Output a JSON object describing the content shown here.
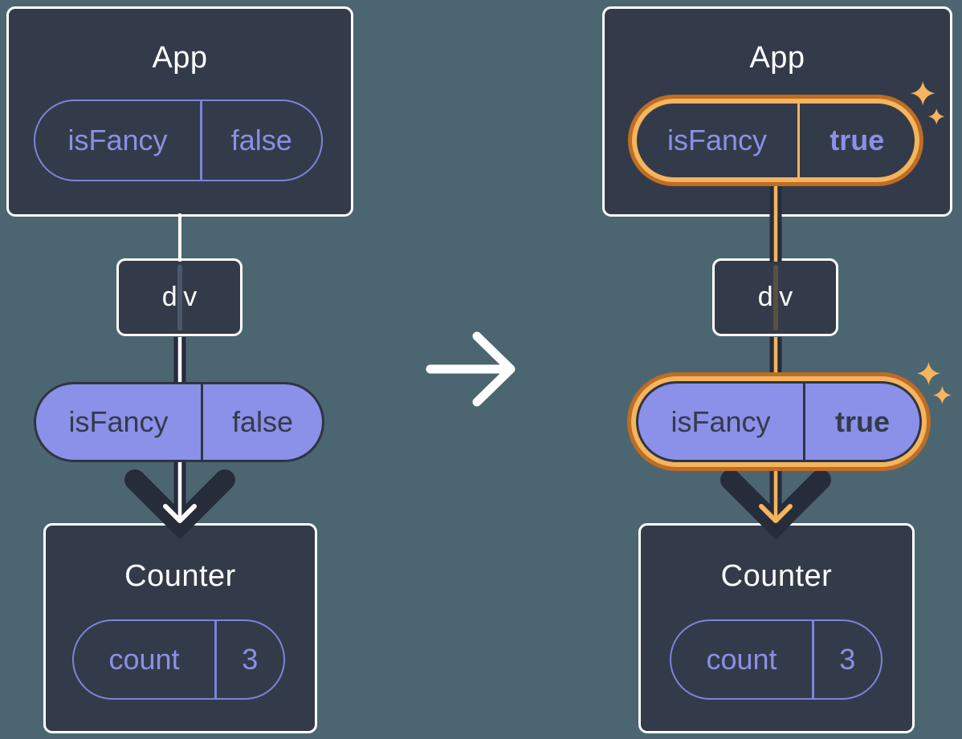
{
  "colors": {
    "background": "#4C6671",
    "card-bg": "#333B4A",
    "card-border": "#FFFFFF",
    "purple-stroke": "#7C83DB",
    "purple-text": "#8A90E5",
    "purple-fill": "#8B90E8",
    "dark-ink": "#262C3A",
    "dark-on-purple": "#333B4A",
    "orange-light": "#F5B45E",
    "orange-dark": "#BE6D23",
    "white": "#FFFFFF"
  },
  "icons": {
    "transition": "arrow-right",
    "highlight": "sparkles"
  },
  "panels": {
    "before": {
      "app_title": "App",
      "app_state_key": "isFancy",
      "app_state_value": "false",
      "child_label": "div",
      "prop_key": "isFancy",
      "prop_value": "false",
      "counter_title": "Counter",
      "counter_state_key": "count",
      "counter_state_value": "3"
    },
    "after": {
      "app_title": "App",
      "app_state_key": "isFancy",
      "app_state_value": "true",
      "child_label": "div",
      "prop_key": "isFancy",
      "prop_value": "true",
      "counter_title": "Counter",
      "counter_state_key": "count",
      "counter_state_value": "3"
    }
  }
}
